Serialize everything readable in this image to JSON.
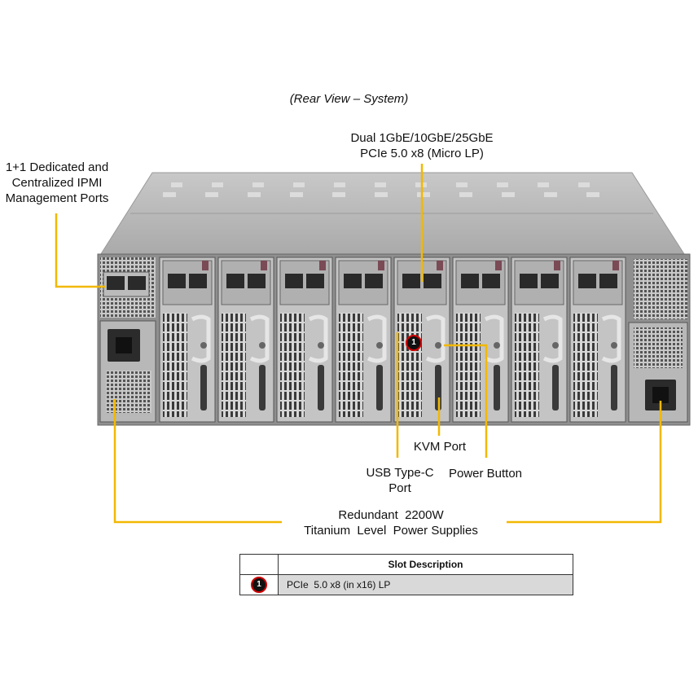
{
  "caption": "(Rear View – System)",
  "callouts": {
    "nic": [
      "Dual 1GbE/10GbE/25GbE",
      "PCIe 5.0 x8 (Micro LP)"
    ],
    "ipmi": [
      "1+1 Dedicated and",
      "Centralized IPMI",
      "Management Ports"
    ],
    "kvm": "KVM Port",
    "usb": [
      "USB Type-C",
      "Port"
    ],
    "power_button": "Power Button",
    "psu": [
      "Redundant  2200W",
      "Titanium  Level  Power Supplies"
    ]
  },
  "callout_line_color": "#f2b800",
  "badge": {
    "number": "1",
    "ring_color": "#d00000"
  },
  "table": {
    "header": "Slot Description",
    "rows": [
      {
        "number": "1",
        "description": "PCIe  5.0 x8 (in x16) LP"
      }
    ]
  }
}
